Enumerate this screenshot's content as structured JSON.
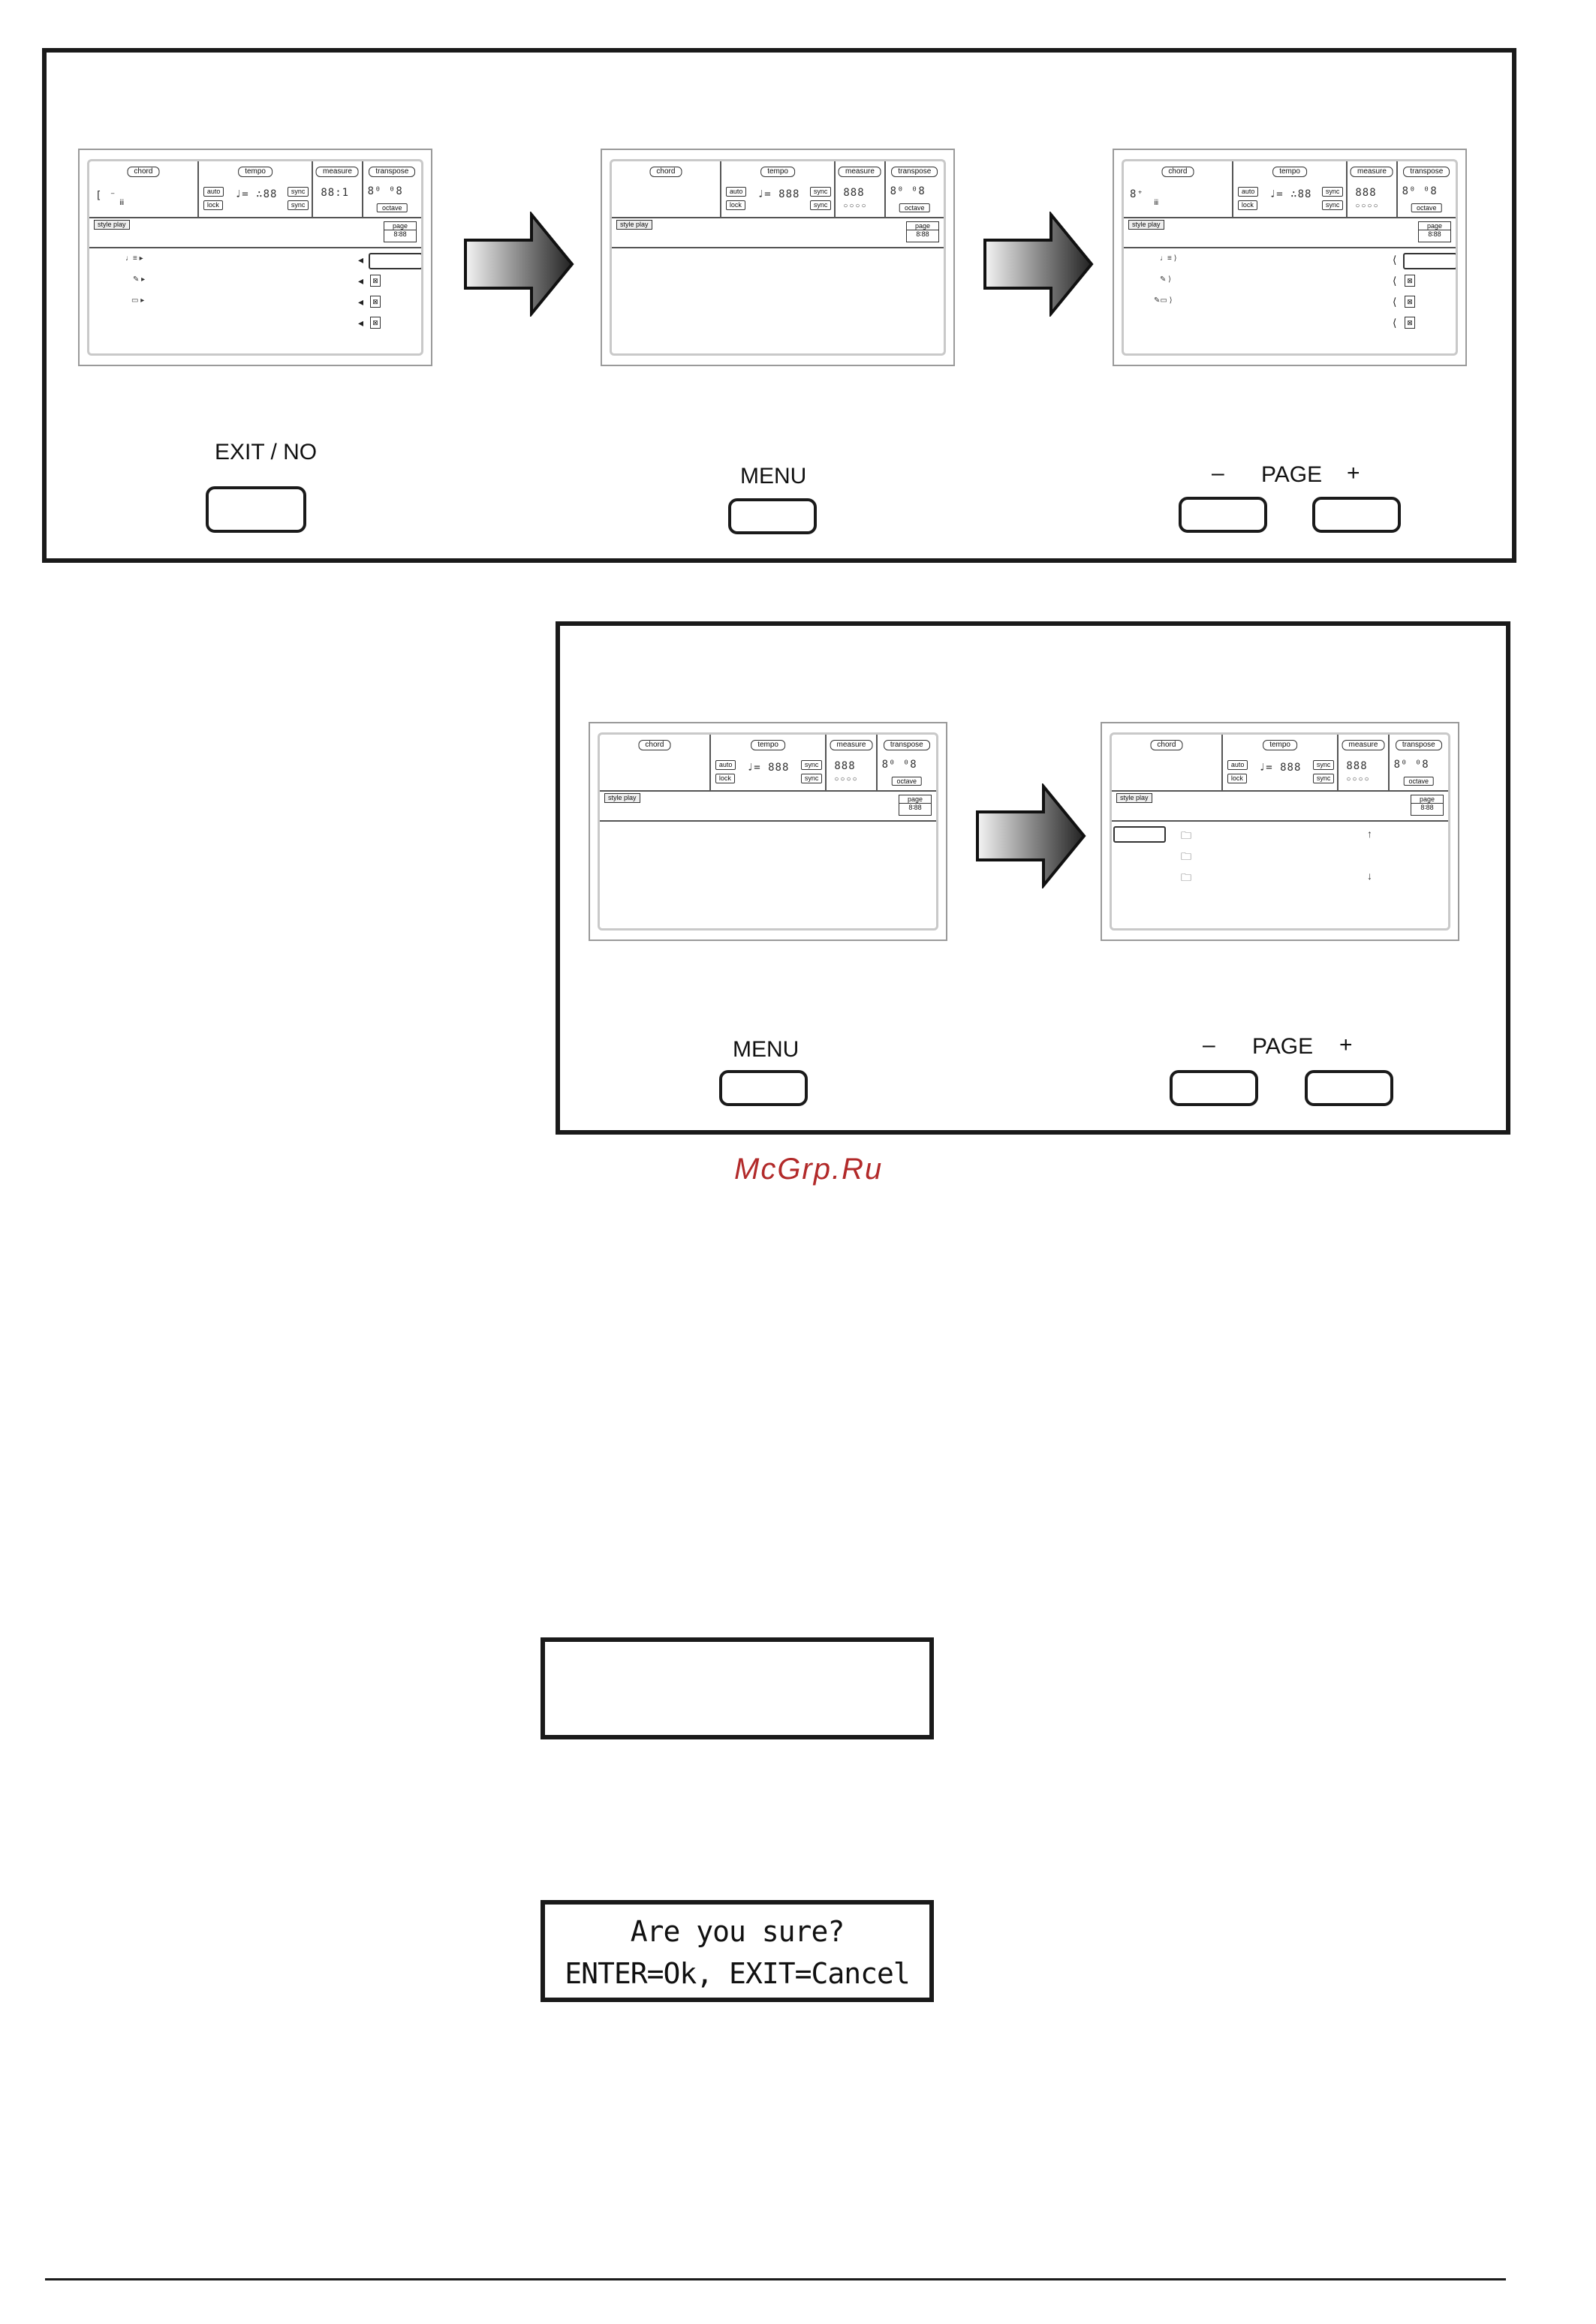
{
  "lcd_labels": {
    "chord": "chord",
    "tempo": "tempo",
    "measure": "measure",
    "transpose": "transpose",
    "octave": "octave",
    "auto": "auto",
    "lock": "lock",
    "sync": "sync",
    "style_play": "style play",
    "page": "page"
  },
  "top_panel": {
    "exit_label": "EXIT / NO",
    "menu_label": "MENU",
    "page_minus": "–",
    "page_label": "PAGE",
    "page_plus": "+"
  },
  "bottom_panel": {
    "menu_label": "MENU",
    "page_minus": "–",
    "page_label": "PAGE",
    "page_plus": "+"
  },
  "watermark": "McGrp.Ru",
  "display_empty": {
    "line1": "",
    "line2": ""
  },
  "display_confirm": {
    "line1": "Are you sure?",
    "line2": "ENTER=Ok, EXIT=Cancel"
  }
}
